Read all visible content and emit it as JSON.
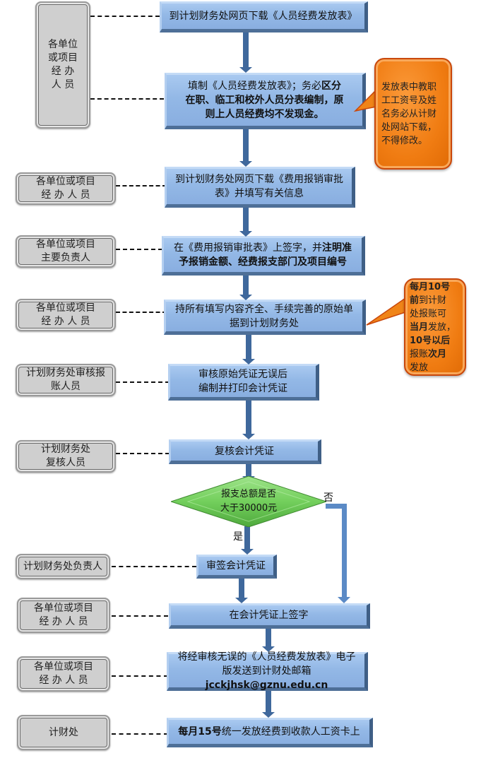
{
  "roles": [
    {
      "id": "r1",
      "text": "各单位\n或项目\n经 办\n人 员"
    },
    {
      "id": "r2",
      "text": "各单位或项目\n经 办 人 员"
    },
    {
      "id": "r3",
      "text": "各单位或项目\n主要负责人"
    },
    {
      "id": "r4",
      "text": "各单位或项目\n经 办 人 员"
    },
    {
      "id": "r5",
      "text": "计划财务处审核报\n账人员"
    },
    {
      "id": "r6",
      "text": "计划财务处\n复核人员"
    },
    {
      "id": "r7",
      "text": "计划财务处负责人"
    },
    {
      "id": "r8",
      "text": "各单位或项目\n经 办 人 员"
    },
    {
      "id": "r9",
      "text": "各单位或项目\n经 办 人 员"
    },
    {
      "id": "r10",
      "text": "计财处"
    }
  ],
  "steps": {
    "s1": {
      "text": "到计划财务处网页下载《人员经费发放表》"
    },
    "s2": {
      "line1_a": "填制《人员经费发放表》；务必",
      "line1_b": "区分",
      "line2": "在职、临工和校外人员分表编制，原",
      "line3": "则上人员经费均不发现金。"
    },
    "s3": {
      "line1": "到计划财务处网页下载《费用报销审批",
      "line2": "表》并填写有关信息"
    },
    "s4": {
      "line1_a": "在《费用报销审批表》上签字，并",
      "line1_b": "注明准",
      "line2": "予报销金额、经费报支部门及项目编号"
    },
    "s5": {
      "line1": "持所有填写内容齐全、手续完善的原始单",
      "line2": "据到计划财务处"
    },
    "s6": {
      "line1": "审核原始凭证无误后",
      "line2": "编制并打印会计凭证"
    },
    "s7": {
      "text": "复核会计凭证"
    },
    "s8": {
      "text": "审签会计凭证"
    },
    "s9": {
      "text": "在会计凭证上签字"
    },
    "s10": {
      "line1": "将经审核无误的《人员经费发放表》电子",
      "line2_a": "版发送到计财处邮箱",
      "line2_b": "jcckjhsk@gznu.edu.cn"
    },
    "s11": {
      "a": "每月15号",
      "b": "统一发放经费到收款人工资卡上"
    }
  },
  "decision": {
    "text": "报支总额是否\n大于30000元",
    "yes_label": "是",
    "no_label": "否"
  },
  "callouts": {
    "c1": {
      "text": "发放表中教职\n工工资号及姓\n名务必从计财\n处网站下载，\n不得修改。"
    },
    "c2": {
      "l1": "每月10号",
      "l2_a": "前",
      "l2_b": "到计财",
      "l3": "处报账可",
      "l4_a": "当月",
      "l4_b": "发放，",
      "l5": "10号以后",
      "l6_a": "报账",
      "l6_b": "次月",
      "l7": "发放"
    }
  },
  "colors": {
    "step": "#93b8e6",
    "role": "#cfcfcf",
    "callout": "#f07c12",
    "decision": "#6fcf5a",
    "arrow": "#3f689c"
  }
}
